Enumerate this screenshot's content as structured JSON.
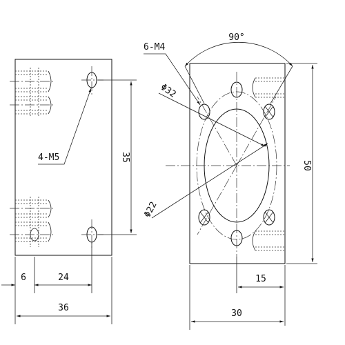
{
  "annotations": {
    "angle": "90°",
    "thread_m4": "6-M4",
    "thread_m5": "4-M5",
    "dia_32": "Φ32",
    "dia_22": "Φ22"
  },
  "dimensions": {
    "hole_spacing": "35",
    "edge_offset": "6",
    "hole_pitch": "24",
    "left_width": "36",
    "height": "50",
    "half_width": "15",
    "right_width": "30"
  }
}
